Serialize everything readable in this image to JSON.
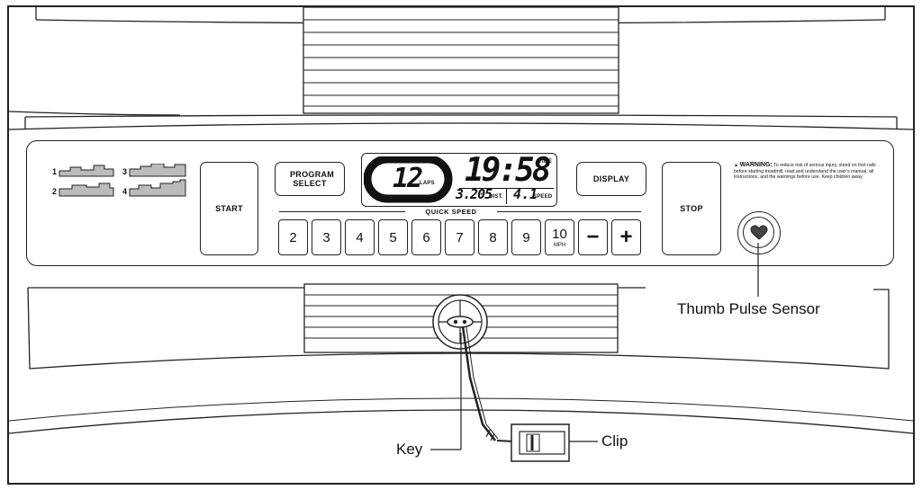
{
  "program_numbers": [
    "1",
    "2",
    "3",
    "4"
  ],
  "buttons": {
    "start": "START",
    "program_select": "PROGRAM SELECT",
    "display": "DISPLAY",
    "stop": "STOP"
  },
  "display": {
    "laps_value": "12",
    "laps_label": "LAPS",
    "time_value": "19:58",
    "time_label": "TIME",
    "dist_value": "3.205",
    "dist_label": "DIST.",
    "speed_value": "4.1",
    "speed_label": "SPEED"
  },
  "quick_speed": {
    "label": "QUICK SPEED",
    "keys": [
      "2",
      "3",
      "4",
      "5",
      "6",
      "7",
      "8",
      "9",
      "10"
    ],
    "unit": "MPH",
    "minus": "−",
    "plus": "+"
  },
  "warning": {
    "title": "WARNING:",
    "text": "To reduce risk of serious injury, stand on foot rails before starting treadmill, read and understand the user's manual, all instructions, and the warnings before use. Keep children away."
  },
  "callouts": {
    "pulse": "Thumb Pulse Sensor",
    "key": "Key",
    "clip": "Clip"
  }
}
